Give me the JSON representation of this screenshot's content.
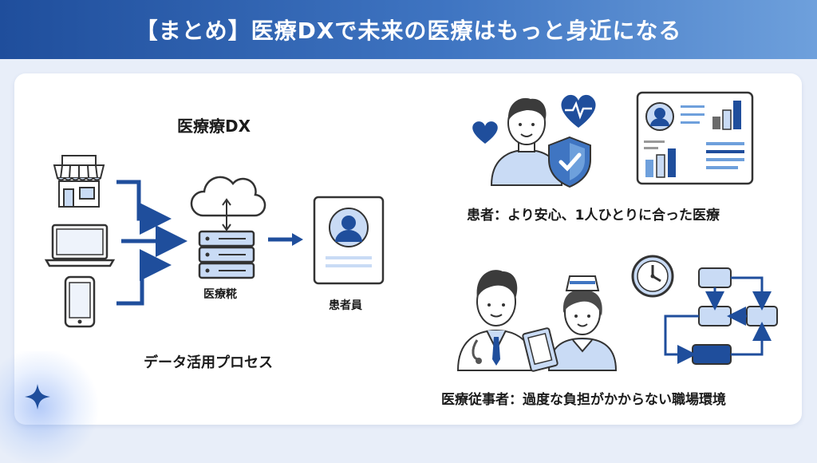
{
  "header": {
    "title": "【まとめ】医療DXで未来の医療はもっと身近になる"
  },
  "diagram": {
    "title": "医療療DX",
    "caption": "データ活用プロセス",
    "server_label": "医療糀",
    "record_label": "患者員"
  },
  "benefits": {
    "patient": "患者：より安心、1人ひとりに合った医療",
    "staff": "医療従事者：過度な負担がかからない職場環境"
  },
  "colors": {
    "header_start": "#1f4e9c",
    "header_end": "#6ea0dc",
    "arrow_blue": "#1f4e9c",
    "accent_light": "#c9dbf5"
  }
}
